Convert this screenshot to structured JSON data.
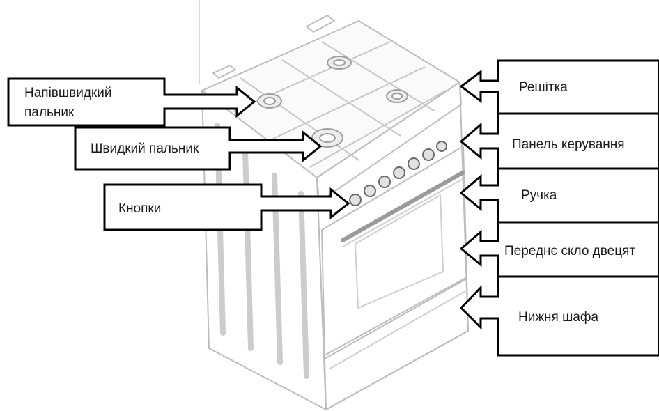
{
  "labels": {
    "semi_rapid_burner_line1": "Напівшвидкий",
    "semi_rapid_burner_line2": "пальник",
    "rapid_burner": "Швидкий пальник",
    "knobs": "Кнопки",
    "grate": "Решітка",
    "control_panel": "Панель керування",
    "handle": "Ручка",
    "front_door_glass": "Переднє скло двецят",
    "bottom_cabinet": "Нижня шафа"
  }
}
